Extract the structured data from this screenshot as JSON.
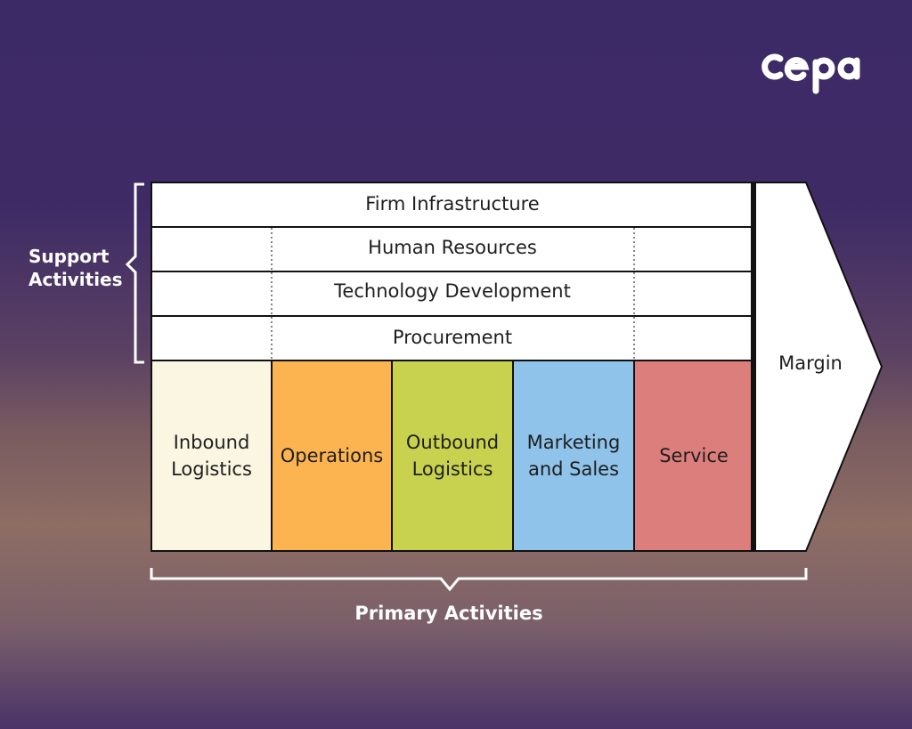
{
  "logo": {
    "text": "cepa"
  },
  "support_activities": {
    "label": "Support\nActivities",
    "rows": [
      {
        "label": "Firm Infrastructure"
      },
      {
        "label": "Human Resources"
      },
      {
        "label": "Technology Development"
      },
      {
        "label": "Procurement"
      }
    ]
  },
  "primary_activities": {
    "label": "Primary Activities",
    "items": [
      {
        "label": "Inbound\nLogistics",
        "color": "#fbf6e1"
      },
      {
        "label": "Operations",
        "color": "#fbb44f"
      },
      {
        "label": "Outbound\nLogistics",
        "color": "#c8d24e"
      },
      {
        "label": "Marketing\nand Sales",
        "color": "#8fc3ea"
      },
      {
        "label": "Service",
        "color": "#dc7e7c"
      }
    ]
  },
  "margin": {
    "label": "Margin"
  },
  "colors": {
    "bg_top": "#3c2a66",
    "bg_mid": "#8e6d64",
    "stroke": "#111111",
    "box": "#ffffff"
  }
}
